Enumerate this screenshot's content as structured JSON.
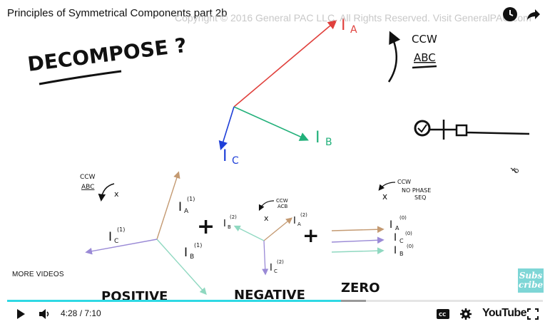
{
  "video": {
    "title": "Principles of Symmetrical Components part 2b",
    "copyright": "Copyright © 2016 General PAC LLC. All Rights Reserved. Visit GeneralPAC.com",
    "more_videos_label": "MORE VIDEOS",
    "subscribe_label_line1": "Subs",
    "subscribe_label_line2": "cribe",
    "time_current": "4:28",
    "time_separator": " / ",
    "time_total": "7:10",
    "progress_fraction": 0.623,
    "buffered_fraction": 0.67,
    "brand": "YouTube"
  },
  "whiteboard": {
    "decompose": "DECOMPOSE ?",
    "ccw_top": "CCW",
    "abc_top": "ABC",
    "ia_label": "I",
    "ia_sub": "A",
    "ib_label": "I",
    "ib_sub": "B",
    "ic_label": "I",
    "ic_sub": "C",
    "pos_ccw": "CCW",
    "pos_abc": "ABC",
    "neg_ccw": "CCW",
    "neg_acb": "ACB",
    "zero_ccw": "CCW",
    "zero_no_phase": "NO PHASE",
    "zero_seq": "SEQ",
    "positive_label": "POSITIVE",
    "negative_label": "NEGATIVE",
    "zero_label": "ZERO",
    "plus_sign": "+",
    "x_mark": "x",
    "sup1": "(1)",
    "sup2": "(2)",
    "sup0": "(0)",
    "pos_ia": "I",
    "pos_ia_sub": "A",
    "pos_ib": "I",
    "pos_ib_sub": "B",
    "pos_ic": "I",
    "pos_ic_sub": "C",
    "neg_ia": "I",
    "neg_ia_sub": "A",
    "neg_ib": "I",
    "neg_ib_sub": "B",
    "neg_ic": "I",
    "neg_ic_sub": "C",
    "zero_ia": "I",
    "zero_ia_sub": "A",
    "zero_ib": "I",
    "zero_ib_sub": "B",
    "zero_ic": "I",
    "zero_ic_sub": "C"
  },
  "colors": {
    "ia": "#e0403c",
    "ib": "#22b07a",
    "ic": "#1e3fd8",
    "pos_a": "#c49a72",
    "pos_b": "#8fd8c0",
    "pos_c": "#9a8ad6",
    "accent": "#2fd9e4"
  },
  "icons": {
    "clock": "clock-icon",
    "share": "share-arrow-icon",
    "play": "play-icon",
    "volume": "volume-icon",
    "cc": "closed-captions-icon",
    "settings": "gear-icon",
    "fullscreen": "fullscreen-icon"
  }
}
